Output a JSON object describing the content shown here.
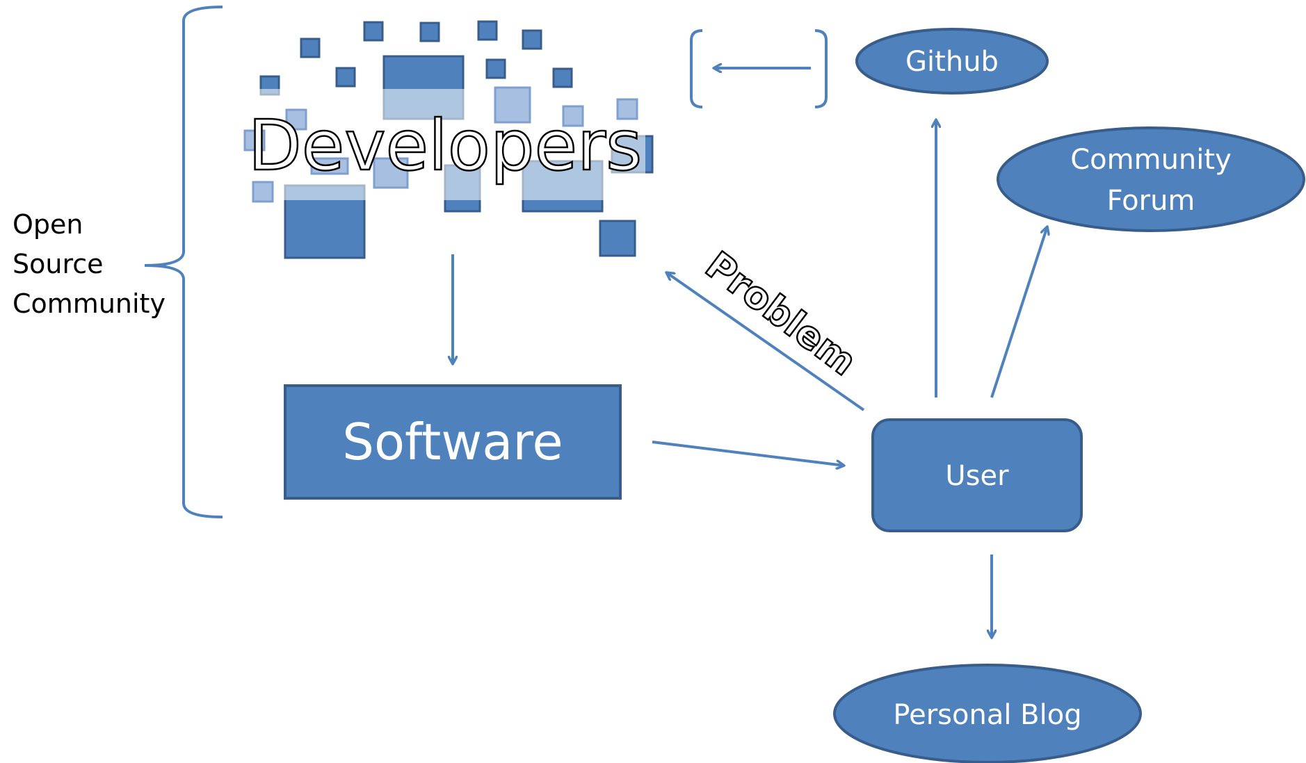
{
  "diagram": {
    "group_label": [
      "Open",
      "Source",
      "Community"
    ],
    "developers": {
      "label": "Developers"
    },
    "software": {
      "label": "Software"
    },
    "user": {
      "label": "User"
    },
    "github": {
      "label": "Github"
    },
    "community_forum": {
      "label": [
        "Community",
        "Forum"
      ]
    },
    "personal_blog": {
      "label": "Personal Blog"
    },
    "problem_arrow": {
      "label": "Problem"
    }
  },
  "colors": {
    "node_fill": "#4f81bd",
    "node_stroke": "#385d8a",
    "arrow": "#4f81bd",
    "node_text": "#ffffff",
    "label_text": "#000000",
    "background": "#ffffff"
  }
}
